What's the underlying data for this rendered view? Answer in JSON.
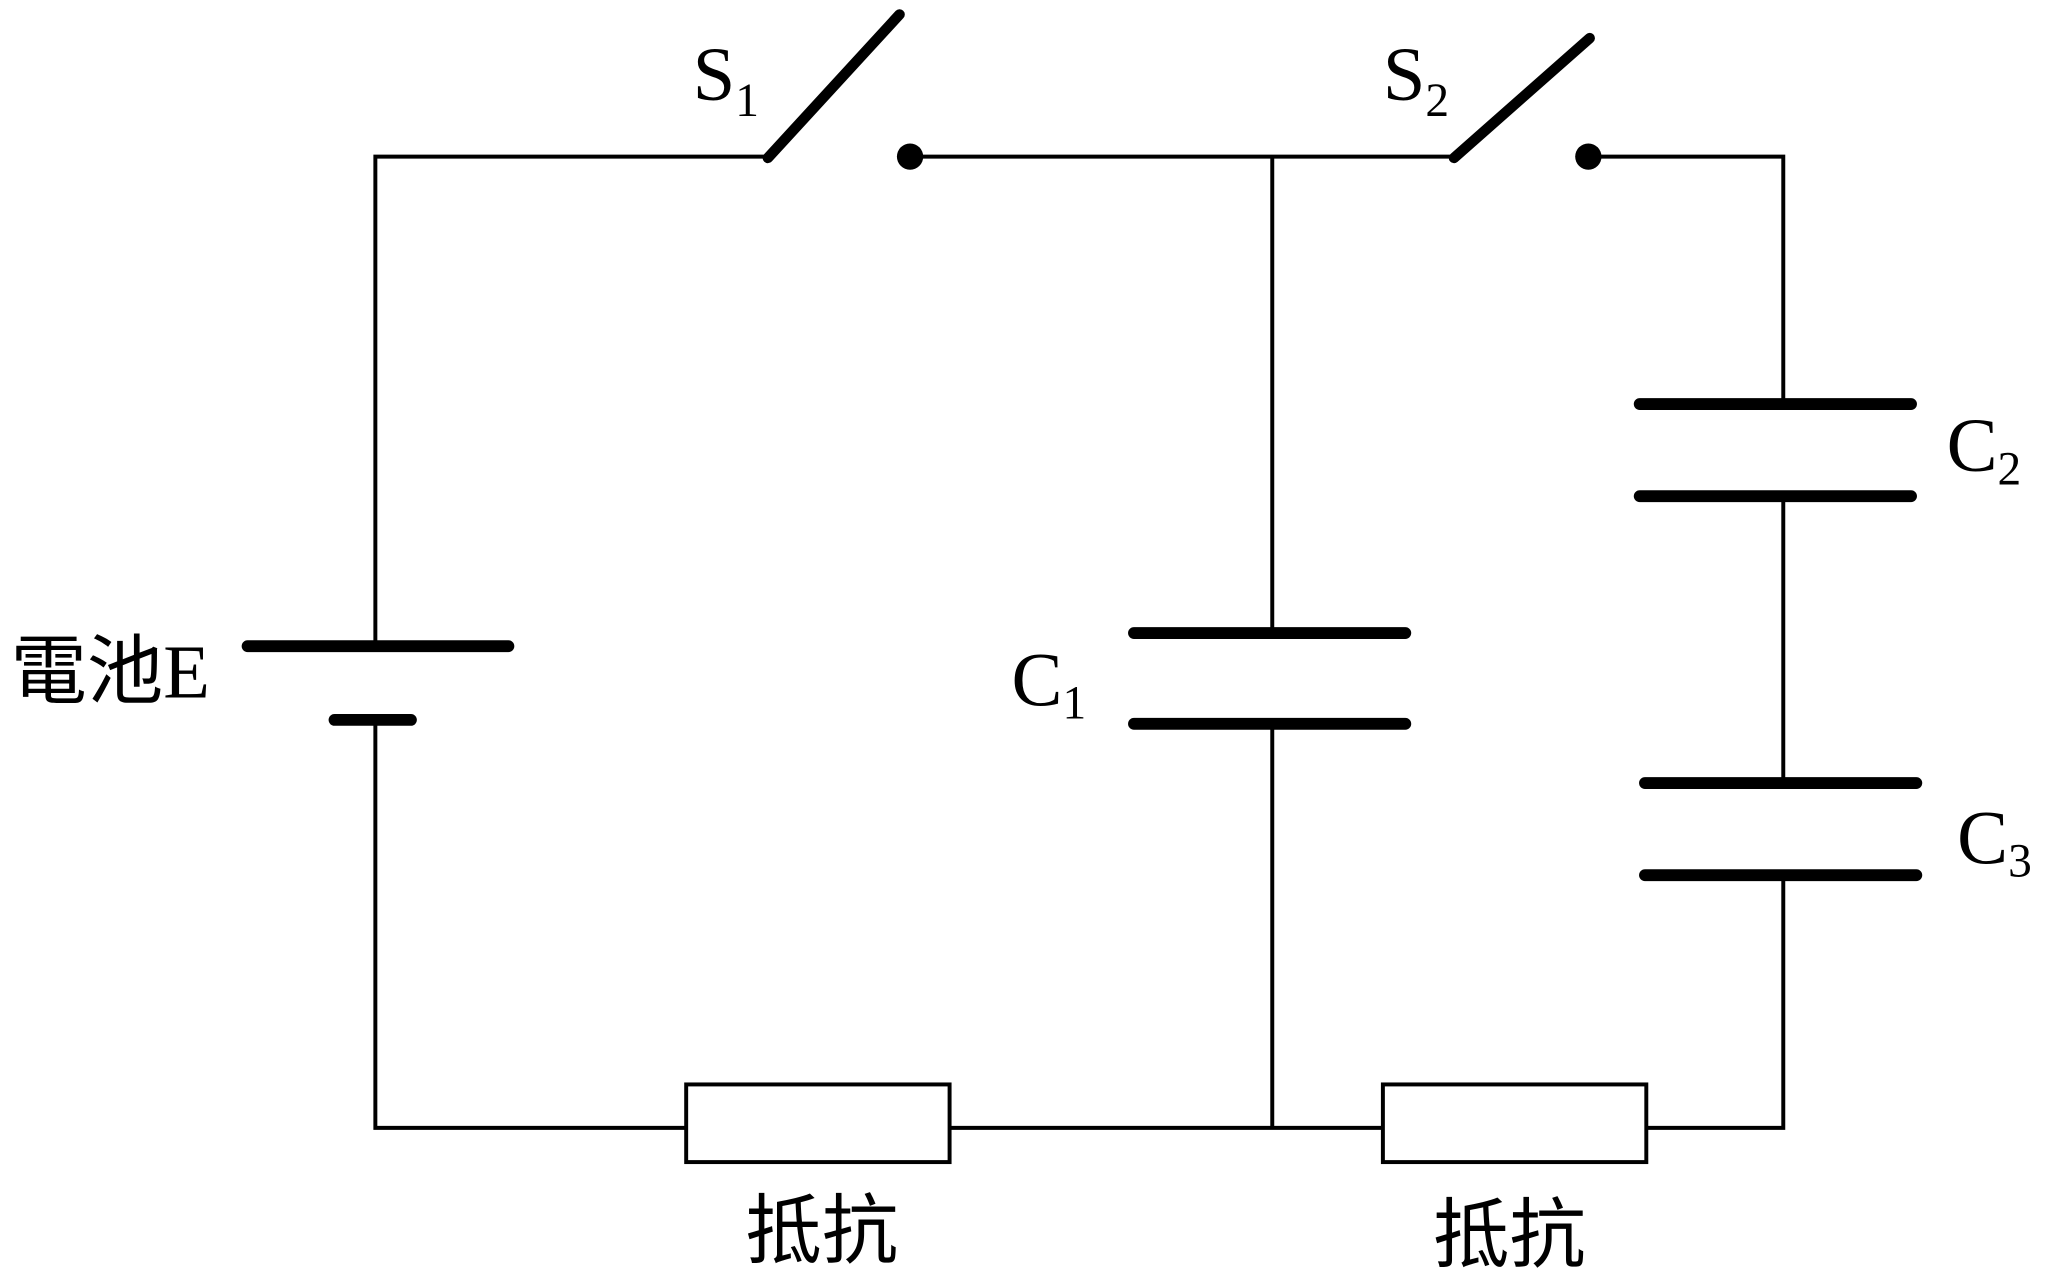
{
  "diagram": {
    "type": "circuit",
    "battery": {
      "label": "電池E"
    },
    "switches": [
      {
        "name": "S",
        "sub": "1"
      },
      {
        "name": "S",
        "sub": "2"
      }
    ],
    "capacitors": [
      {
        "name": "C",
        "sub": "1"
      },
      {
        "name": "C",
        "sub": "2"
      },
      {
        "name": "C",
        "sub": "3"
      }
    ],
    "resistors": [
      {
        "label": "抵抗"
      },
      {
        "label": "抵抗"
      }
    ]
  }
}
